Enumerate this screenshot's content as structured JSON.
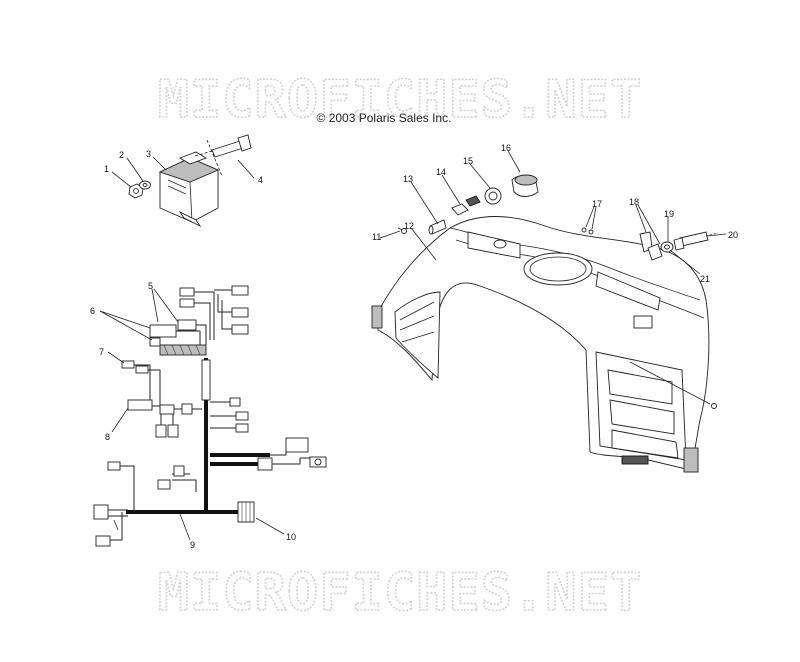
{
  "watermark": {
    "top": "MICROFICHES.NET",
    "bottom": "MICROFICHES.NET"
  },
  "copyright": "© 2003 Polaris Sales Inc.",
  "callouts": [
    "1",
    "2",
    "3",
    "4",
    "5",
    "6",
    "7",
    "8",
    "9",
    "10",
    "11",
    "12",
    "13",
    "14",
    "15",
    "16",
    "17",
    "18",
    "19",
    "20",
    "21"
  ],
  "colors": {
    "line": "#222222",
    "watermark": "#d2d2d2",
    "background": "#ffffff"
  }
}
